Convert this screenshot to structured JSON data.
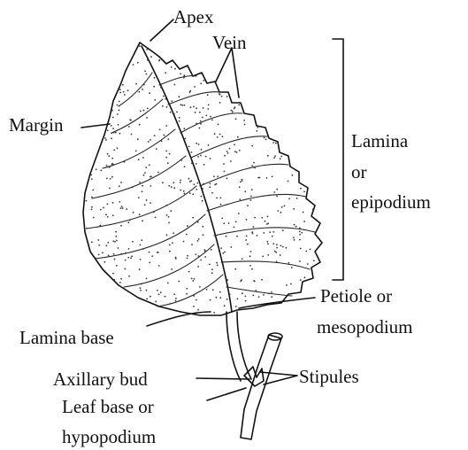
{
  "labels": {
    "apex": "Apex",
    "vein": "Vein",
    "margin": "Margin",
    "lamina": "Lamina",
    "or": "or",
    "epipodium": "epipodium",
    "petiole": "Petiole or",
    "mesopodium": "mesopodium",
    "lamina_base": "Lamina base",
    "axillary_bud": "Axillary bud",
    "stipules": "Stipules",
    "leaf_base": "Leaf base or",
    "hypopodium": "hypopodium"
  },
  "colors": {
    "ink": "#111111",
    "background": "#ffffff"
  }
}
